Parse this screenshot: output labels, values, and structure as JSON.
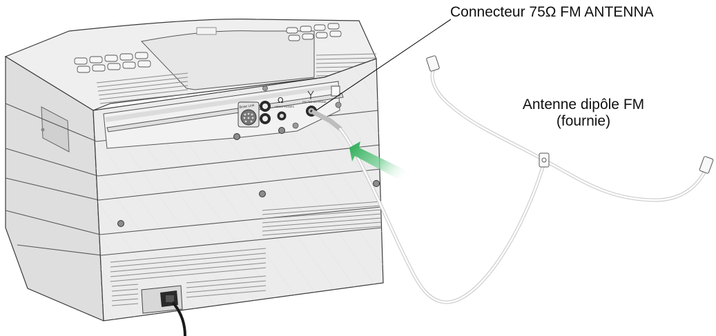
{
  "labels": {
    "connector": "Connecteur 75Ω FM ANTENNA",
    "antenna_line1": "Antenne dipôle FM",
    "antenna_line2": "(fournie)"
  },
  "panel_markings": {
    "bose_link": "Bose Link",
    "headphones": "HEADPHONES",
    "fm_antenna": "FM 75Ω ANTENNA"
  },
  "colors": {
    "body_light": "#ececec",
    "body_mid": "#dcdcdc",
    "body_dark": "#c8c8c8",
    "outline": "#3a3a3a",
    "arrow_green": "#2bb35a",
    "cable": "#d6d6d6",
    "cord": "#1a1a1a"
  },
  "icons": [
    "antenna-symbol-icon",
    "headphones-symbol-icon",
    "insert-arrow-icon"
  ]
}
